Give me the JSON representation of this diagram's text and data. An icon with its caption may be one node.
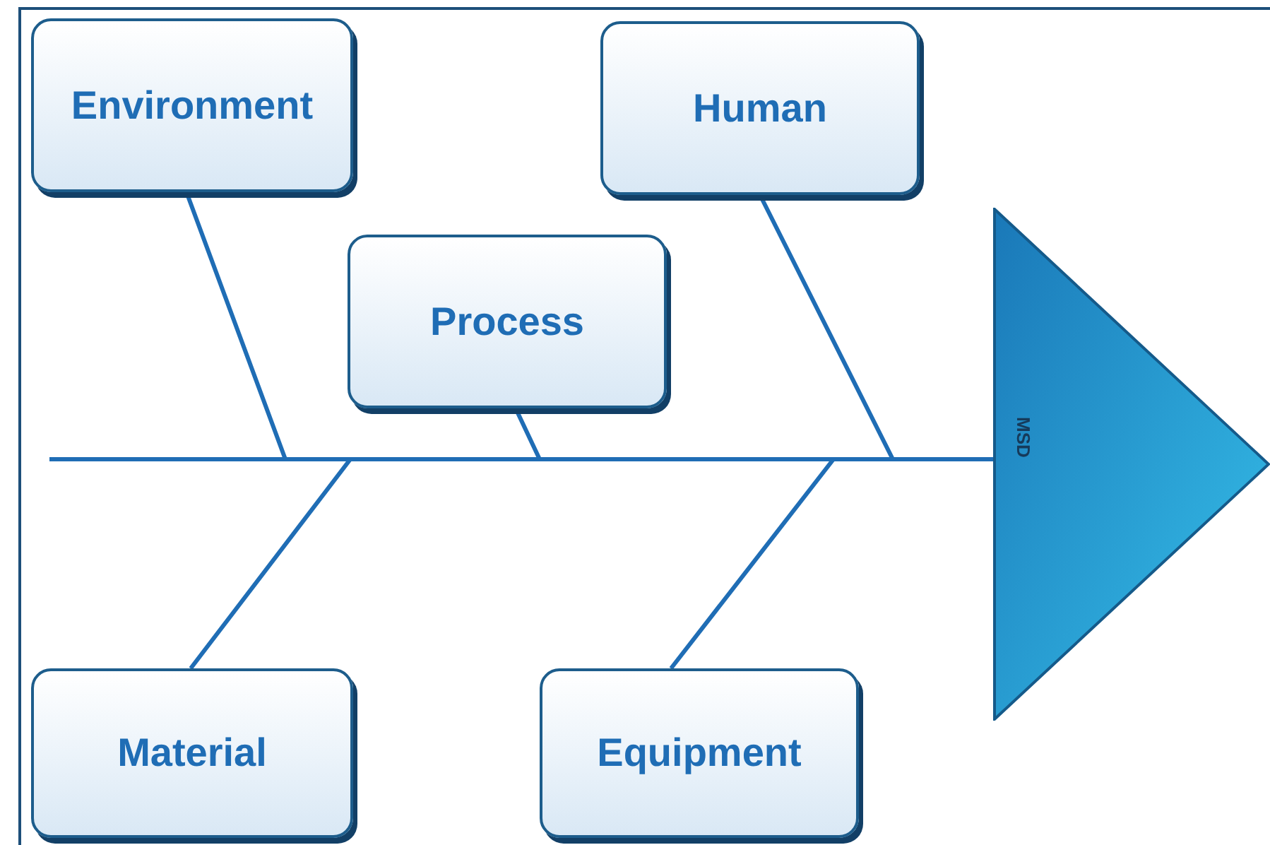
{
  "diagram": {
    "nodes": [
      {
        "text": [
          "Environment"
        ]
      },
      {
        "text": [
          "Human"
        ]
      },
      {
        "text": [
          "Process"
        ]
      },
      {
        "text": [
          "Material"
        ]
      },
      {
        "text": [
          "Equipment"
        ]
      },
      {
        "text": [
          "MSD"
        ]
      }
    ],
    "edges": [
      {
        "from": 0,
        "to": 5,
        "arrow": "none"
      },
      {
        "from": 1,
        "to": 5,
        "arrow": "none"
      },
      {
        "from": 2,
        "to": 5,
        "arrow": "none"
      },
      {
        "from": 3,
        "to": 5,
        "arrow": "none"
      },
      {
        "from": 4,
        "to": 5,
        "arrow": "none"
      },
      {
        "from": null,
        "to": 5,
        "arrow": "none"
      }
    ]
  }
}
